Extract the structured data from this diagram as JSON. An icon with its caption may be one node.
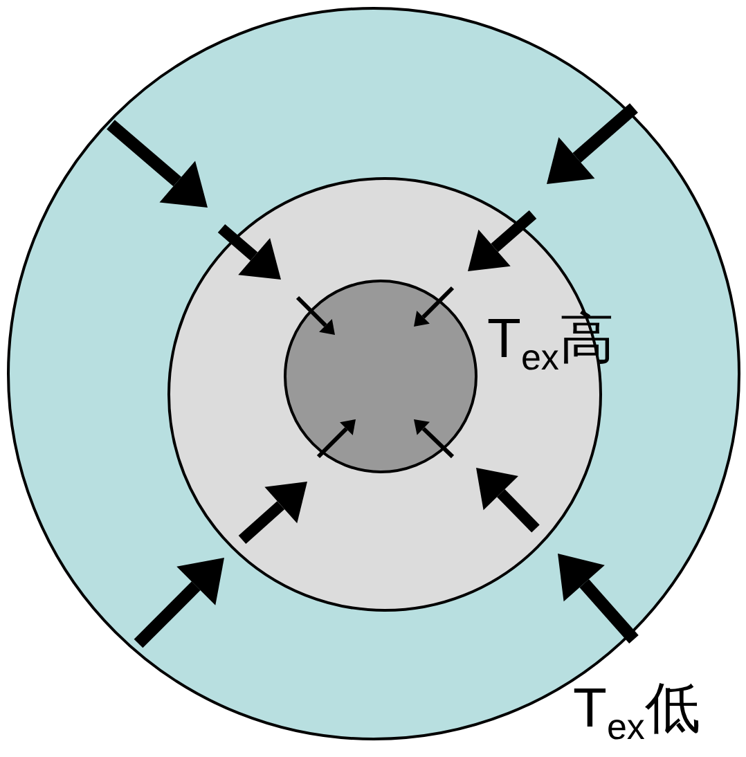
{
  "diagram": {
    "nodes": [
      {
        "text": [],
        "shape": "circle"
      },
      {
        "text": [],
        "shape": "circle",
        "in": 0
      },
      {
        "text": [],
        "shape": "circle",
        "in": 1
      }
    ],
    "labels": [
      "T$_{ex}$高",
      "T$_{ex}$低"
    ]
  }
}
